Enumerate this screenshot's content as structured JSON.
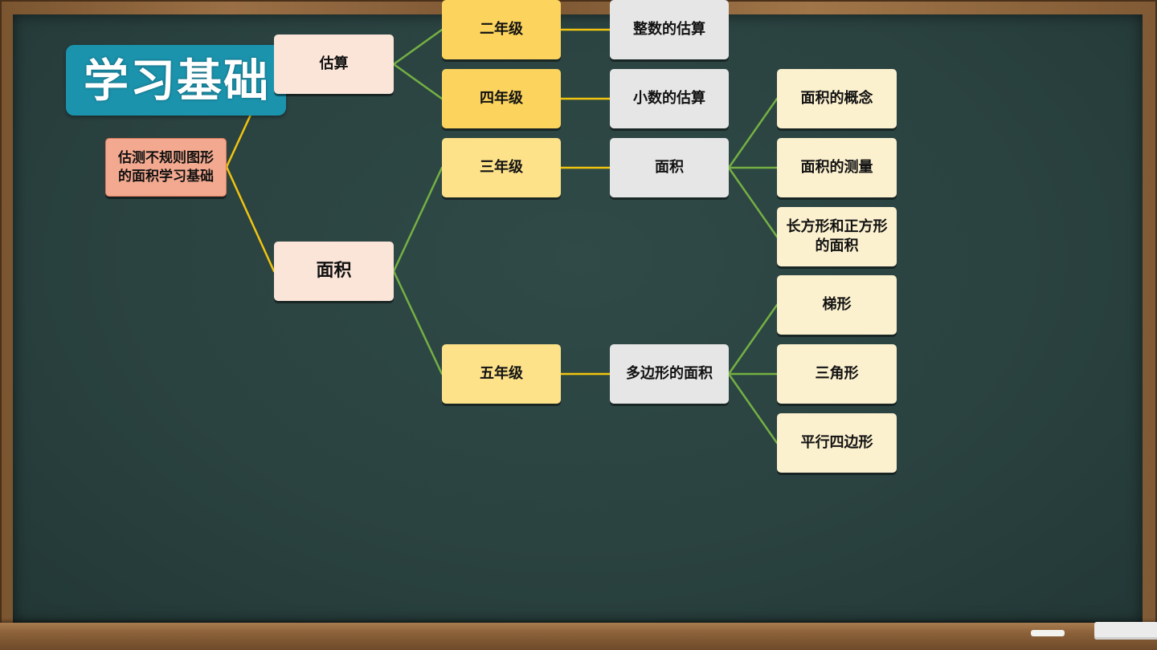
{
  "title": "学习基础",
  "mindmap": {
    "root": "估测不规则图形\n的面积学习基础",
    "branch_estimation": {
      "label": "估算",
      "grade2": {
        "label": "二年级",
        "topic": "整数的估算"
      },
      "grade4": {
        "label": "四年级",
        "topic": "小数的估算"
      }
    },
    "branch_area": {
      "label": "面积",
      "grade3": {
        "label": "三年级",
        "topic": "面积",
        "leaves": [
          "面积的概念",
          "面积的测量",
          "长方形和正方形\n的面积"
        ]
      },
      "grade5": {
        "label": "五年级",
        "topic": "多边形的面积",
        "leaves": [
          "梯形",
          "三角形",
          "平行四边形"
        ]
      }
    }
  },
  "colors": {
    "board": "#2a4240",
    "title_plate": "#1b93ad",
    "link_yellow": "#f2c40f",
    "link_green": "#74b043",
    "root_fill": "#f3a98f",
    "grade_fill": "#fde28a",
    "topic_fill": "#e6e6e6",
    "leaf_fill": "#fcf1cf"
  }
}
